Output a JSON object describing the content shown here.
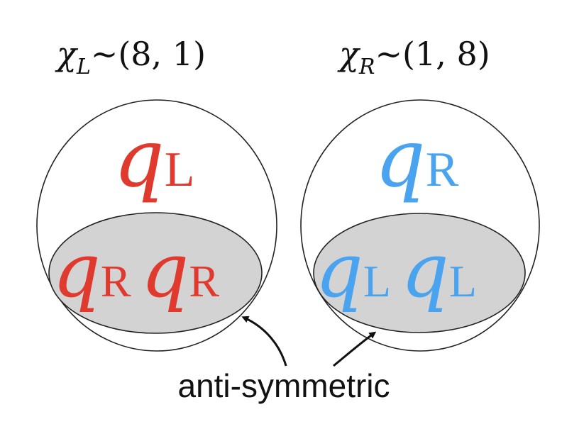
{
  "labels": {
    "left_chi": "χ",
    "left_chi_sub": "L",
    "left_rep": "~(8, 1)",
    "right_chi": "χ",
    "right_chi_sub": "R",
    "right_rep": "~(1, 8)"
  },
  "left_circle": {
    "top_q": "q",
    "top_sub": "L",
    "pair_q1": "q",
    "pair_sub1": "R",
    "pair_q2": "q",
    "pair_sub2": "R",
    "color": "#e03a2f"
  },
  "right_circle": {
    "top_q": "q",
    "top_sub": "R",
    "pair_q1": "q",
    "pair_sub1": "L",
    "pair_q2": "q",
    "pair_sub2": "L",
    "color": "#4aa3ef"
  },
  "caption": "anti-symmetric",
  "colors": {
    "ellipse_fill": "#d3d3d3",
    "outline": "#222222"
  }
}
